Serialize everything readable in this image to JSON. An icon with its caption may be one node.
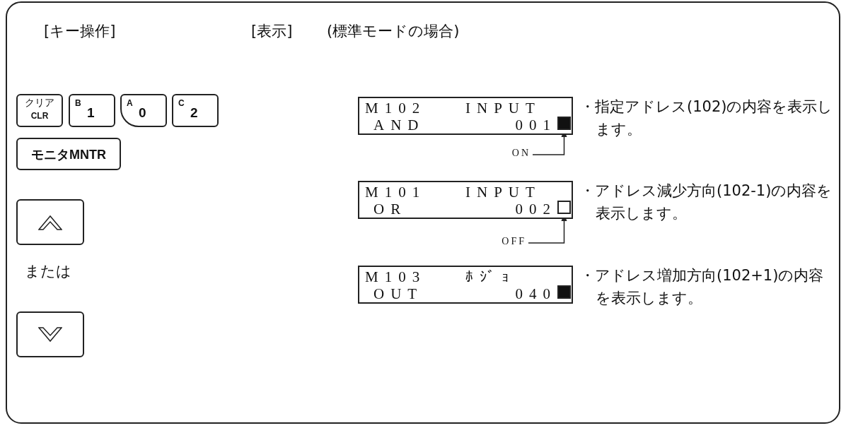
{
  "diagram": {
    "nodes": [
      {
        "text": [
          "クリア",
          "CLR"
        ]
      },
      {
        "text": [
          "B",
          "1"
        ]
      },
      {
        "text": [
          "A",
          "0"
        ]
      },
      {
        "text": [
          "C",
          "2"
        ]
      },
      {
        "text": [
          "モニタMNTR"
        ]
      },
      {
        "text": [],
        "shape": "box"
      },
      {
        "text": [],
        "shape": "box"
      },
      {
        "text": [
          "M102",
          "INPUT",
          "AND",
          "001"
        ],
        "beside": [
          "・指定アドレス(102)の内容を表示します。"
        ]
      },
      {
        "text": [],
        "shape": "box",
        "in": 7
      },
      {
        "text": [
          "ON"
        ]
      },
      {
        "text": [
          "M101",
          "INPUT",
          "OR",
          "002"
        ],
        "beside": [
          "・アドレス減少方向(102-1)の内容を表示します。"
        ]
      },
      {
        "text": [],
        "shape": "box",
        "in": 10
      },
      {
        "text": [
          "OFF"
        ]
      },
      {
        "text": [
          "M103",
          "ﾎｼﾞｮ",
          "OUT",
          "040"
        ],
        "beside": [
          "・アドレス増加方向(102+1)の内容を表示します。"
        ]
      },
      {
        "text": [],
        "shape": "box",
        "in": 13
      }
    ],
    "edges": [
      {
        "from": 9,
        "to": 8,
        "arrow": "to"
      },
      {
        "from": 12,
        "to": 11,
        "arrow": "to"
      }
    ],
    "labels": [
      "[キー操作]",
      "[表示]",
      "(標準モードの場合)",
      "または"
    ]
  }
}
